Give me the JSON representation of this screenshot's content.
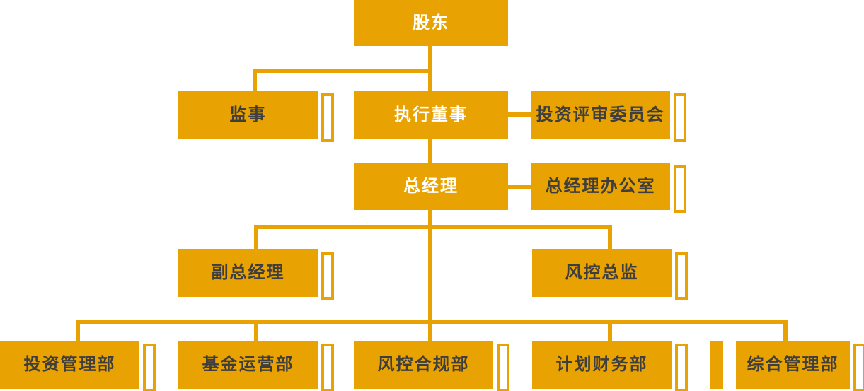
{
  "theme": {
    "box_color": "#E8A202",
    "line_color": "#E8A202",
    "text_dark": "#3E3E3E",
    "text_light": "#FFFFFF",
    "background": "#FFFFFF"
  },
  "chart": {
    "type": "org-chart",
    "nodes": [
      {
        "id": "shareholders",
        "label": "股东",
        "level": 1,
        "text_style": "light"
      },
      {
        "id": "supervisor",
        "label": "监事",
        "level": 2,
        "text_style": "dark"
      },
      {
        "id": "executive-director",
        "label": "执行董事",
        "level": 2,
        "text_style": "light"
      },
      {
        "id": "investment-review-committee",
        "label": "投资评审委员会",
        "level": 2,
        "text_style": "dark"
      },
      {
        "id": "general-manager",
        "label": "总经理",
        "level": 3,
        "text_style": "light"
      },
      {
        "id": "gm-office",
        "label": "总经理办公室",
        "level": 3,
        "text_style": "dark"
      },
      {
        "id": "deputy-gm",
        "label": "副总经理",
        "level": 4,
        "text_style": "dark"
      },
      {
        "id": "risk-control-director",
        "label": "风控总监",
        "level": 4,
        "text_style": "dark"
      },
      {
        "id": "investment-management-dept",
        "label": "投资管理部",
        "level": 5,
        "text_style": "dark"
      },
      {
        "id": "fund-operations-dept",
        "label": "基金运营部",
        "level": 5,
        "text_style": "dark"
      },
      {
        "id": "risk-compliance-dept",
        "label": "风控合规部",
        "level": 5,
        "text_style": "dark"
      },
      {
        "id": "planning-finance-dept",
        "label": "计划财务部",
        "level": 5,
        "text_style": "dark"
      },
      {
        "id": "general-management-dept",
        "label": "综合管理部",
        "level": 5,
        "text_style": "dark"
      }
    ],
    "edges": [
      {
        "from": "shareholders",
        "to": "supervisor",
        "type": "vertical"
      },
      {
        "from": "shareholders",
        "to": "executive-director",
        "type": "vertical"
      },
      {
        "from": "executive-director",
        "to": "investment-review-committee",
        "type": "lateral"
      },
      {
        "from": "executive-director",
        "to": "general-manager",
        "type": "vertical"
      },
      {
        "from": "general-manager",
        "to": "gm-office",
        "type": "lateral"
      },
      {
        "from": "general-manager",
        "to": "deputy-gm",
        "type": "vertical"
      },
      {
        "from": "general-manager",
        "to": "risk-control-director",
        "type": "vertical"
      },
      {
        "from": "general-manager",
        "to": "investment-management-dept",
        "type": "vertical"
      },
      {
        "from": "general-manager",
        "to": "fund-operations-dept",
        "type": "vertical"
      },
      {
        "from": "general-manager",
        "to": "risk-compliance-dept",
        "type": "vertical"
      },
      {
        "from": "general-manager",
        "to": "planning-finance-dept",
        "type": "vertical"
      },
      {
        "from": "general-manager",
        "to": "general-management-dept",
        "type": "vertical"
      }
    ]
  }
}
